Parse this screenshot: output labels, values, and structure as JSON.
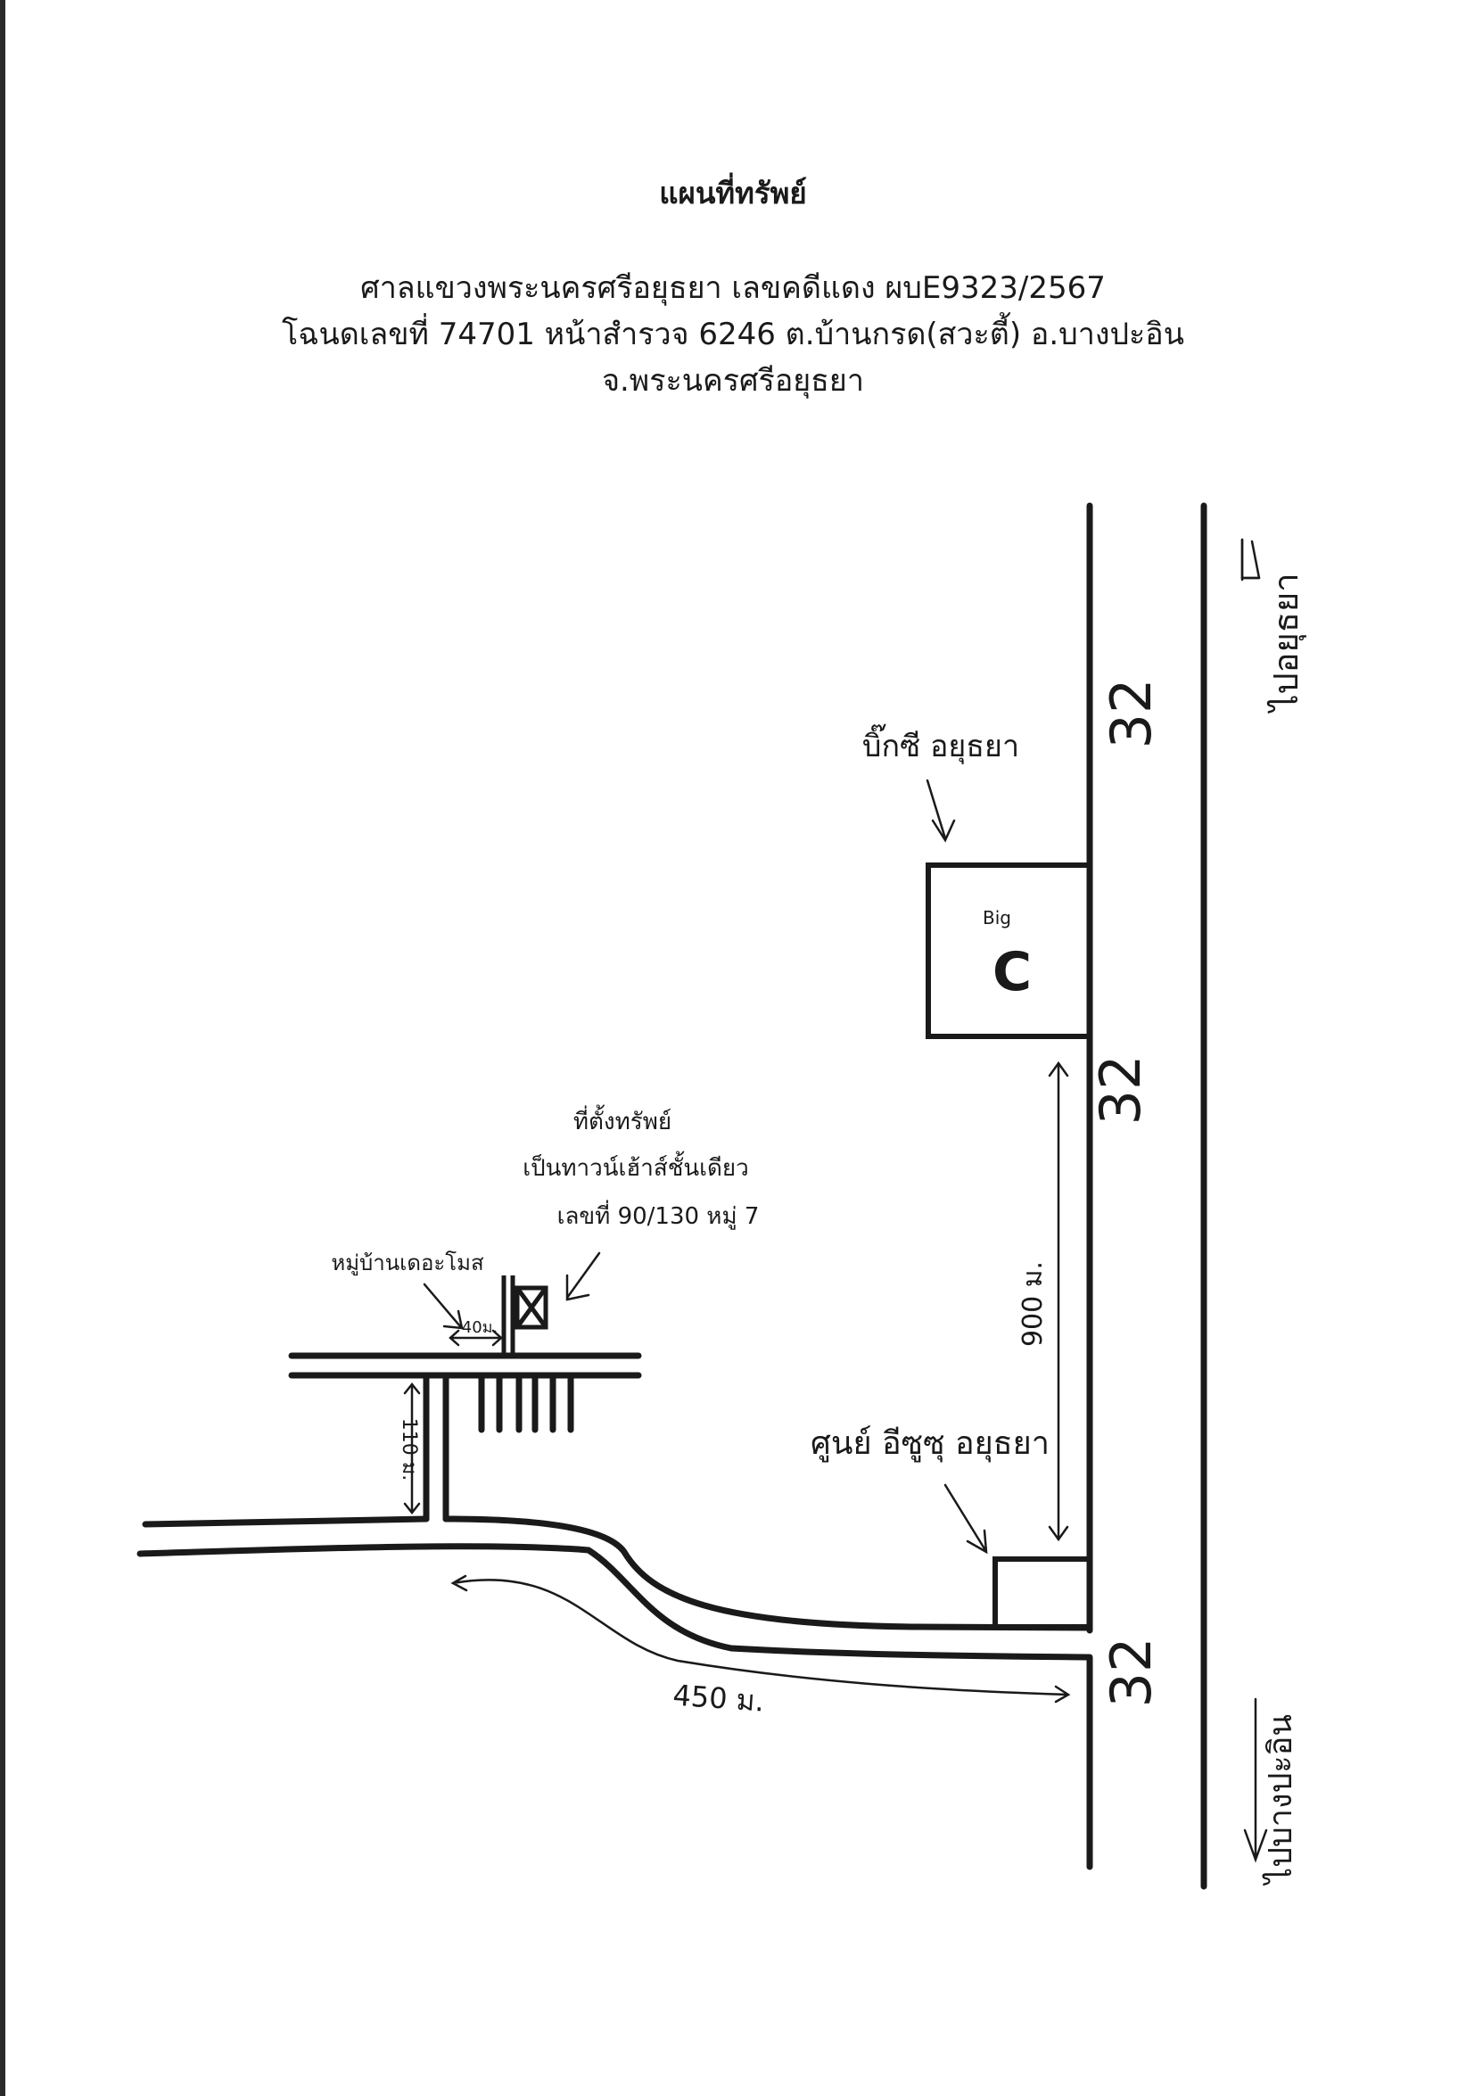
{
  "title": "แผนที่ทรัพย์",
  "header_lines": [
    "ศาลแขวงพระนครศรีอยุธยา เลขคดีแดง ผบE9323/2567",
    "โฉนดเลขที่ 74701 หน้าสำรวจ 6246 ต.บ้านกรด(สวะตี้) อ.บางปะอิน",
    "จ.พระนครศรีอยุธยา"
  ],
  "map": {
    "road_number": "32",
    "to_ayutthaya": "ไปอยุธยา",
    "to_bang_pa_in": "ไปบางปะอิน",
    "bigc_label": "บิ๊กซี อยุธยา",
    "bigc_sign_small": "Big",
    "bigc_sign_logo": "C",
    "property_lines": [
      "ที่ตั้งทรัพย์",
      "เป็นทาวน์เฮ้าส์ชั้นเดียว",
      "เลขที่ 90/130 หมู่ 7"
    ],
    "village_label": "หมู่บ้านเดอะโมส",
    "dist_40": "40ม.",
    "dist_110": "110 ม.",
    "dist_900": "900 ม.",
    "dist_450": "450 ม.",
    "center_label": "ศูนย์ อีซูซุ อยุธยา"
  }
}
